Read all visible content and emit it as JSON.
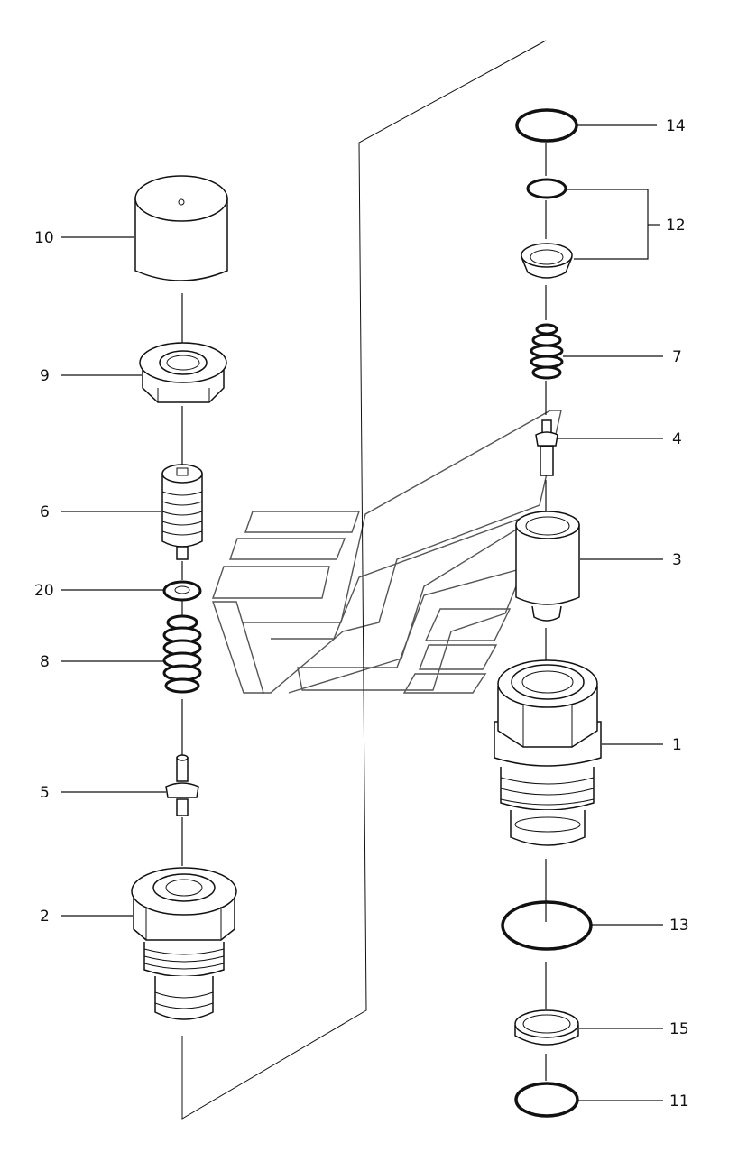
{
  "diagram": {
    "type": "exploded parts diagram",
    "callouts": [
      {
        "id": "p10",
        "label": "10"
      },
      {
        "id": "p9",
        "label": "9"
      },
      {
        "id": "p6",
        "label": "6"
      },
      {
        "id": "p20",
        "label": "20"
      },
      {
        "id": "p8",
        "label": "8"
      },
      {
        "id": "p5",
        "label": "5"
      },
      {
        "id": "p2",
        "label": "2"
      },
      {
        "id": "p14",
        "label": "14"
      },
      {
        "id": "p12",
        "label": "12"
      },
      {
        "id": "p7",
        "label": "7"
      },
      {
        "id": "p4",
        "label": "4"
      },
      {
        "id": "p3",
        "label": "3"
      },
      {
        "id": "p1",
        "label": "1"
      },
      {
        "id": "p13",
        "label": "13"
      },
      {
        "id": "p15",
        "label": "15"
      },
      {
        "id": "p11",
        "label": "11"
      }
    ]
  }
}
